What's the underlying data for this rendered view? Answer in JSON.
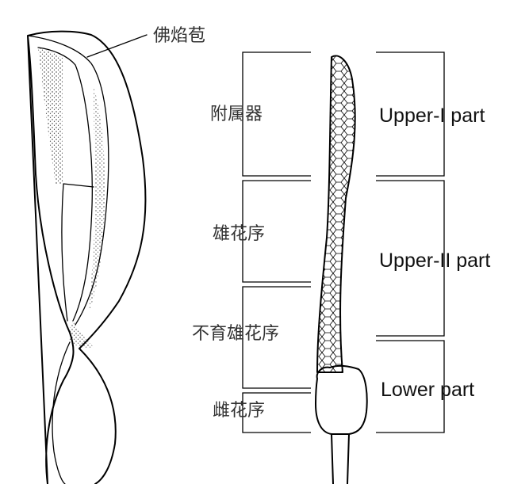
{
  "labels": {
    "spathe": "佛焰苞",
    "appendage": "附属器",
    "male_flowers": "雄花序",
    "sterile_male_flowers": "不育雄花序",
    "female_flowers": "雌花序",
    "upper_one": "Upper-I part",
    "upper_two": "Upper-II part",
    "lower": "Lower part"
  },
  "colors": {
    "ink": "#000000",
    "chinese_label": "#333333",
    "english_label": "#111111",
    "background": "#ffffff"
  }
}
